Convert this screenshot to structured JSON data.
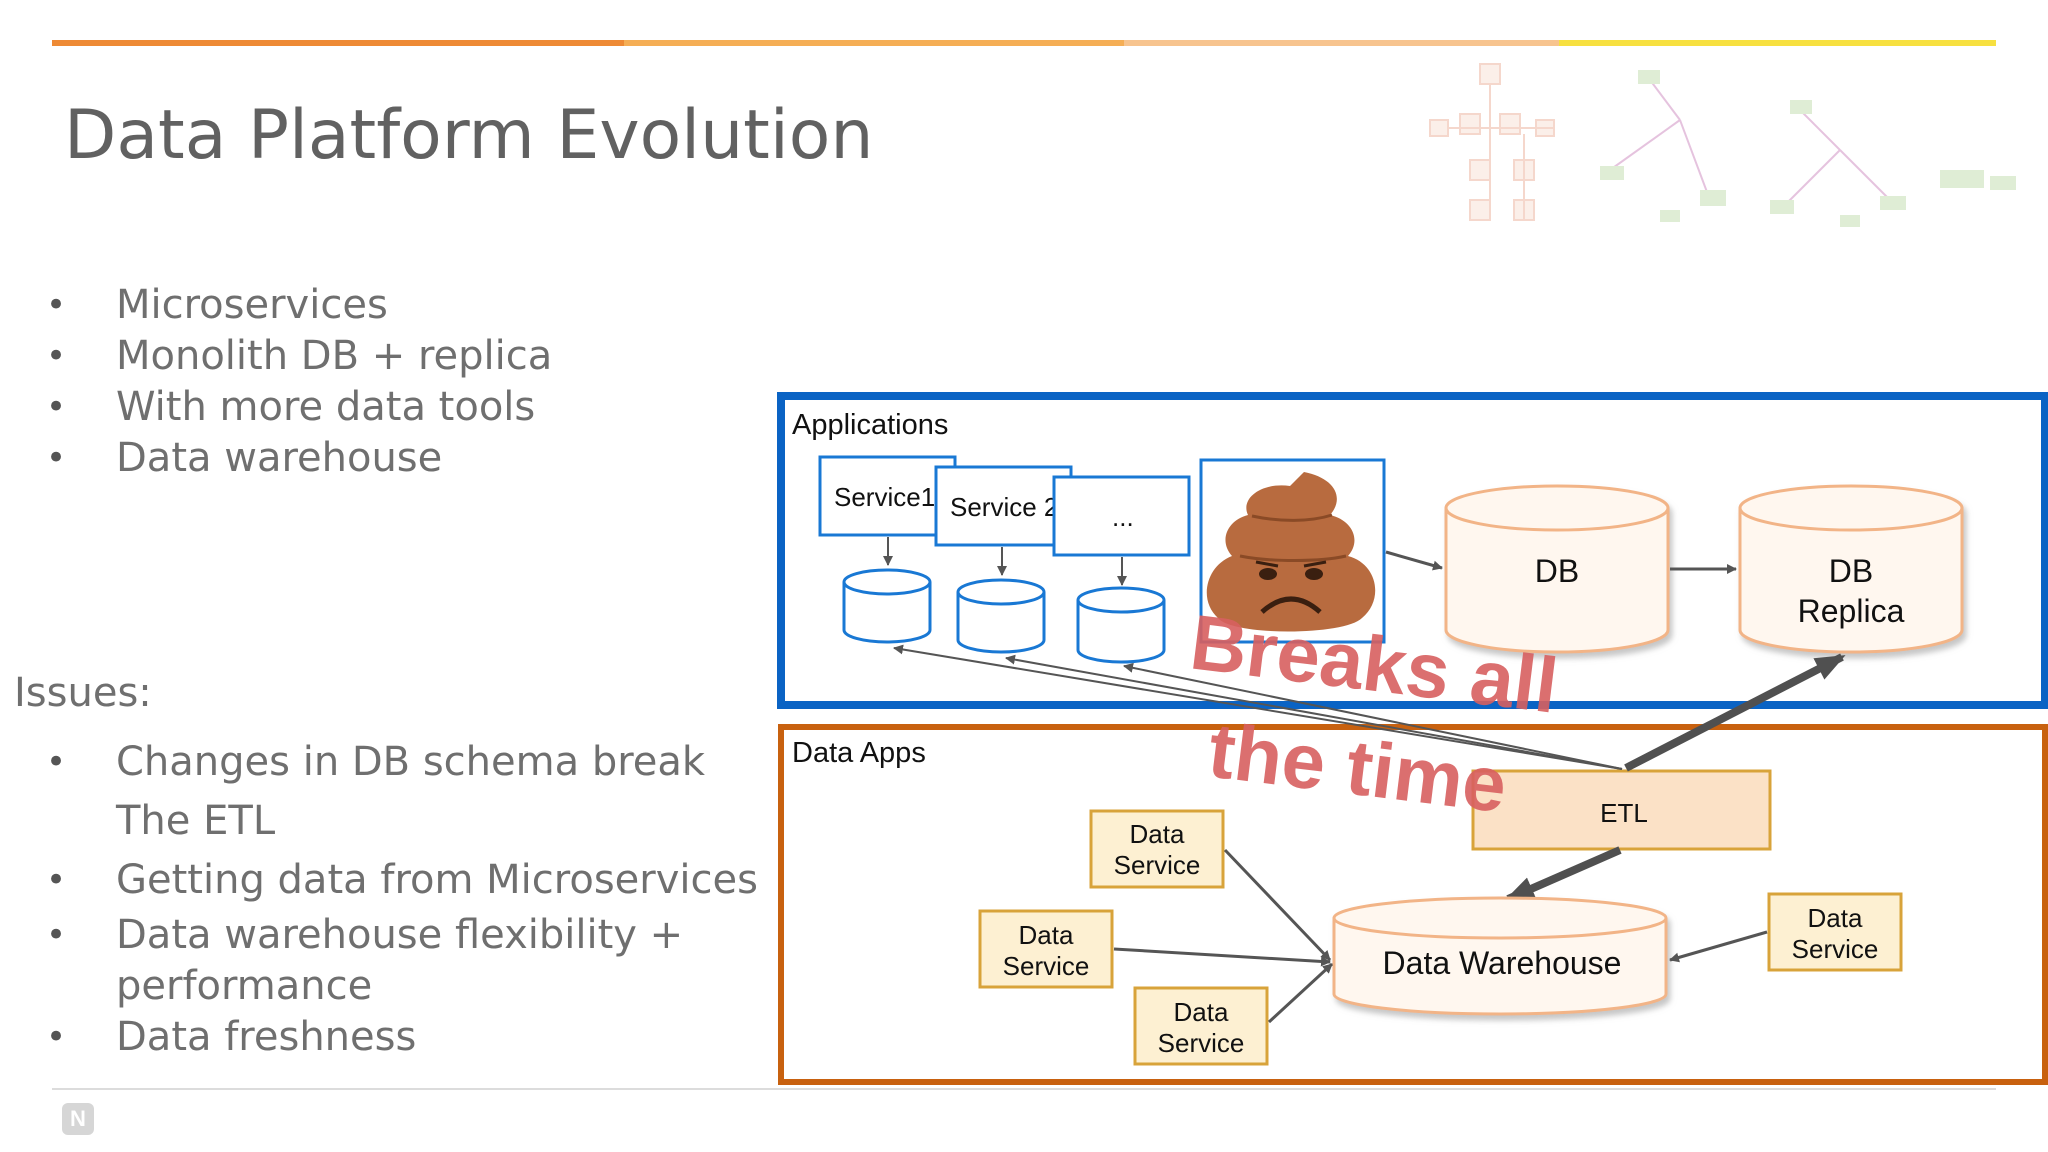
{
  "slide": {
    "title": "Data Platform Evolution",
    "bullets": [
      "Microservices",
      "Monolith DB + replica",
      "With more data tools",
      "Data warehouse"
    ],
    "issues_heading": "Issues:",
    "issues": [
      "Changes in DB schema break\nThe ETL",
      "Getting data from Microservices",
      "Data warehouse flexibility +\nperformance",
      "Data freshness"
    ]
  },
  "diagram": {
    "applications_label": "Applications",
    "services": [
      "Service1",
      "Service 2",
      "..."
    ],
    "db_label": "DB",
    "db_replica_label": [
      "DB",
      "Replica"
    ],
    "data_apps_label": "Data Apps",
    "etl_label": "ETL",
    "data_service_label": [
      "Data",
      "Service"
    ],
    "data_warehouse_label": "Data Warehouse",
    "annotation": [
      "Breaks all",
      "the time"
    ]
  },
  "colors": {
    "applications_border": "#0a63c4",
    "data_apps_border": "#c8610f",
    "service_border": "#1978d4",
    "db_fill": "#fff7ef",
    "db_border": "#f2b487",
    "etl_fill": "#fbe1c6",
    "etl_border": "#d8a33a",
    "data_service_fill": "#fdf0d2",
    "annotation_text": "#d86060",
    "poop": "#b86b3f",
    "top_bar": [
      "#ee8a35",
      "#f5ae55",
      "#f7c48f",
      "#f7e040"
    ]
  },
  "icons": {
    "poop": "pile-of-poo-emoji-icon",
    "logo": "netflix-n-logo-icon"
  }
}
